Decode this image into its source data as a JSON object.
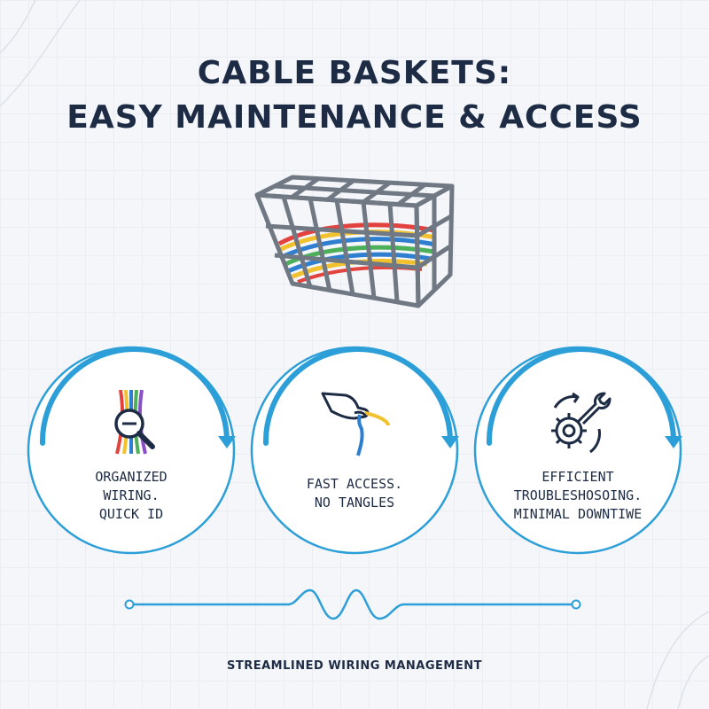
{
  "title": {
    "line1": "CABLE BASKETS:",
    "line2": "EASY MAINTENANCE & ACCESS"
  },
  "cards": [
    {
      "icon": "cable-magnifier-icon",
      "lines": [
        "ORGANIZED",
        "WIRING.",
        "QUICK ID"
      ]
    },
    {
      "icon": "hand-pulling-cable-icon",
      "lines": [
        "FAST ACCESS.",
        "NO TANGLES"
      ]
    },
    {
      "icon": "gear-wrench-icon",
      "lines": [
        "EFFICIENT",
        "TROUBLESHOSOING.",
        "MINIMAL DOWNTIWE"
      ]
    }
  ],
  "footer": "STREAMLINED WIRING MANAGEMENT",
  "colors": {
    "accent": "#2d9fd8",
    "text": "#1d2c44",
    "cable_red": "#e2433f",
    "cable_yellow": "#f2c12e",
    "cable_blue": "#2f7fd1",
    "cable_green": "#4cb05a"
  }
}
